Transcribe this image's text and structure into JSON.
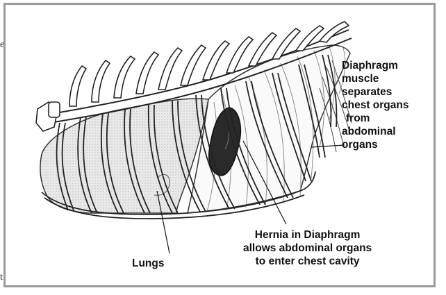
{
  "stray_text": {
    "top_left": "e",
    "bottom_left": "t"
  },
  "labels": {
    "diaphragm": [
      "Diaphragm",
      "muscle",
      "separates",
      "chest organs",
      "from",
      "abdominal",
      "organs"
    ],
    "hernia": [
      "Hernia in Diaphragm",
      "allows abdominal organs",
      "to enter chest cavity"
    ],
    "lungs": "Lungs"
  },
  "colors": {
    "frame": "#9a9a9a",
    "line": "#222222",
    "lung_fill": "#e8e8e8",
    "organ_fill": "#2a2a2a"
  }
}
